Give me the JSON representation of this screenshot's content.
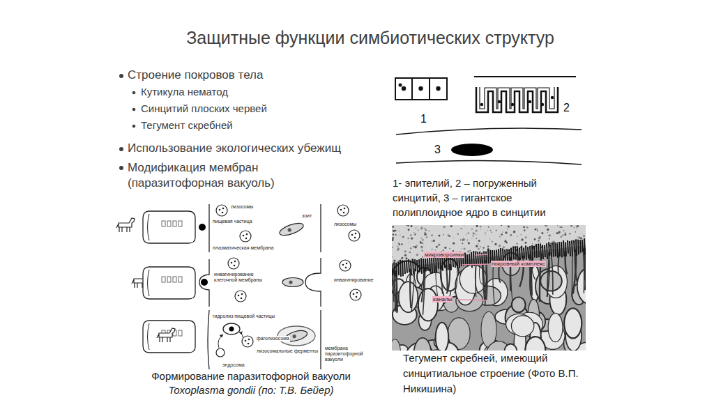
{
  "diagram": {
    "title": "Защитные функции симбиотических структур",
    "labels": [
      "Строение покровов тела",
      "Кутикула нематод",
      "Синцитий плоских червей",
      "Тегумент скребней",
      "Использование экологических убежищ",
      "Модификация мембран (паразитофорная вакуоль)",
      "1",
      "2",
      "3",
      "1- эпителий, 2 – погруженный синцитий, 3 – гигантское полиплоидное ядро в синцитии",
      "лизосомы",
      "пищевая частица",
      "плазматическая мембрана",
      "зоит",
      "лизосомы",
      "инвагинирование клеточной мембраны",
      "инвагинирование",
      "гидролиз пищевой частицы",
      "фаголизосома",
      "лизосомальные ферменты",
      "эндосома",
      "мембрана паразитофорной вакуоли",
      "микроворсинки",
      "покровный комплекс",
      "каналы",
      "Формирование паразитофорной вакуоли",
      "Toxoplasma gondii (по: Т.В. Бейер)",
      "Тегумент скребней, имеющий синцитиальное строение (Фото В.П. Никишина)"
    ]
  }
}
